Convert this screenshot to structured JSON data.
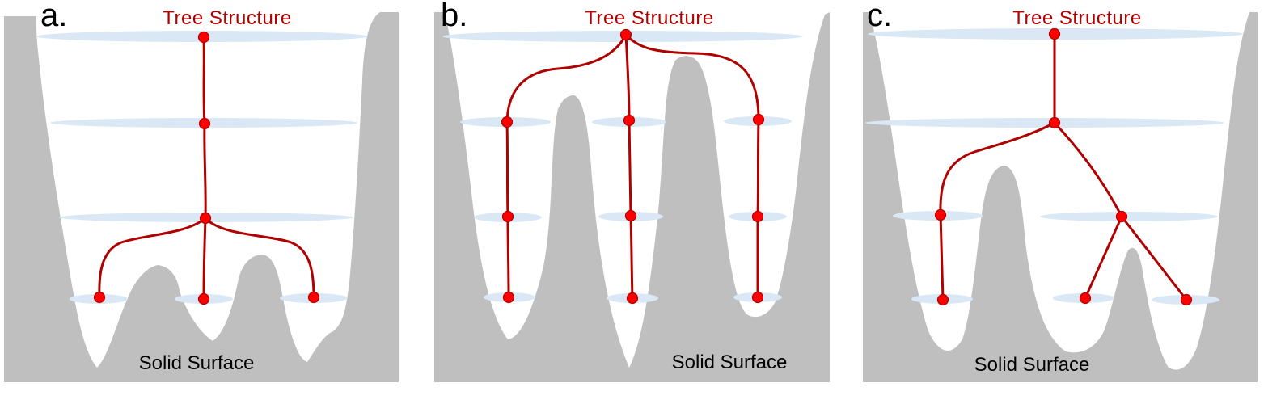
{
  "colors": {
    "surface": "#bfbfbf",
    "level_disk": "#dae8f5",
    "tree_edge": "#b00000",
    "tree_node": "#ff0000",
    "title_text": "#b00000"
  },
  "panels": [
    {
      "letter": "a.",
      "title": "Tree  Structure",
      "surface_label": "Solid Surface"
    },
    {
      "letter": "b.",
      "title": "Tree  Structure",
      "surface_label": "Solid Surface"
    },
    {
      "letter": "c.",
      "title": "Tree  Structure",
      "surface_label": "Solid Surface"
    }
  ]
}
